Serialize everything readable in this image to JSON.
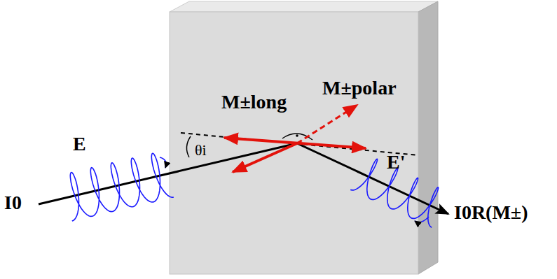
{
  "diagram": {
    "labels": [
      "E",
      "θi",
      "M±long",
      "M±polar",
      "E'",
      "I0",
      "I0R(M±)"
    ]
  }
}
